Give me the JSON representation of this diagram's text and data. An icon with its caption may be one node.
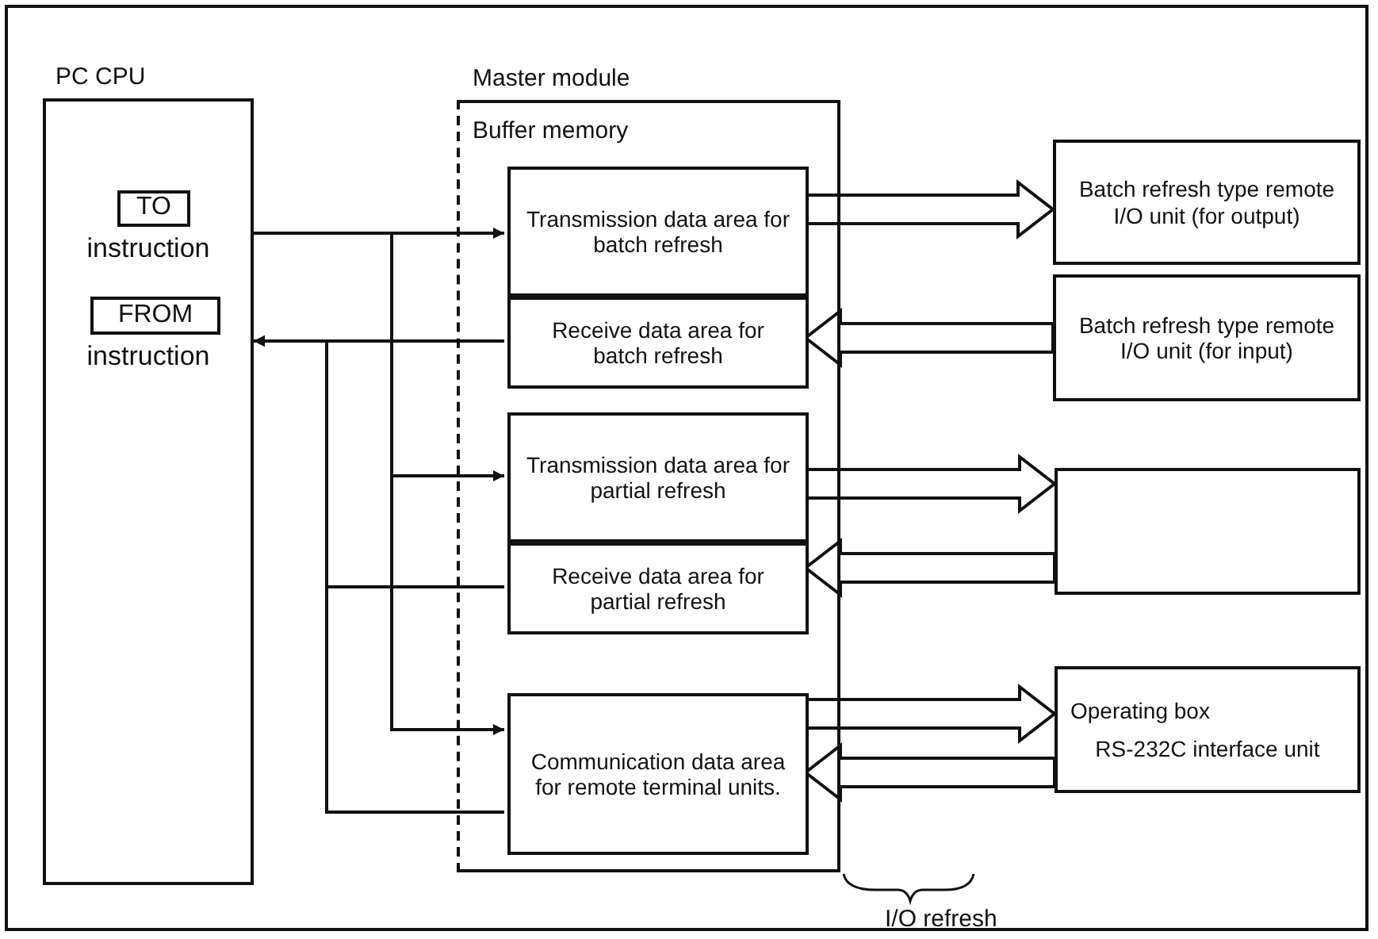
{
  "diagram": {
    "nodes": [
      {
        "text": [
          "PC CPU"
        ]
      },
      {
        "text": [
          "TO"
        ],
        "in": 0,
        "beside": [
          "instruction"
        ]
      },
      {
        "text": [
          "FROM"
        ],
        "in": 0,
        "beside": [
          "instruction"
        ]
      },
      {
        "text": [
          "Master module",
          "Buffer memory"
        ]
      },
      {
        "text": [
          "Transmission data area for batch refresh"
        ],
        "in": 3
      },
      {
        "text": [
          "Receive data area for batch refresh"
        ],
        "in": 3
      },
      {
        "text": [
          "Transmission data area for partial refresh"
        ],
        "in": 3
      },
      {
        "text": [
          "Receive data area for partial refresh"
        ],
        "in": 3
      },
      {
        "text": [
          "Communication data area for remote terminal units."
        ],
        "in": 3
      },
      {
        "text": [
          "Batch refresh type remote I/O unit (for output)"
        ]
      },
      {
        "text": [
          "Batch refresh type remote I/O unit (for input)"
        ]
      },
      {
        "text": [],
        "shape": "box"
      },
      {
        "text": [
          "Operating box",
          "RS-232C interface unit"
        ]
      }
    ],
    "edges": [
      {
        "from": 0,
        "to": 4,
        "arrow": "to"
      },
      {
        "from": 0,
        "to": 6,
        "arrow": "to"
      },
      {
        "from": 0,
        "to": 8,
        "arrow": "to"
      },
      {
        "from": 5,
        "to": 0,
        "arrow": "to"
      },
      {
        "from": 7,
        "to": 0,
        "arrow": "to"
      },
      {
        "from": 8,
        "to": 0,
        "arrow": "to"
      },
      {
        "from": 4,
        "to": 9,
        "arrow": "to",
        "style": "thick"
      },
      {
        "from": 10,
        "to": 5,
        "arrow": "to",
        "style": "thick"
      },
      {
        "from": 6,
        "to": 11,
        "arrow": "to",
        "style": "thick"
      },
      {
        "from": 11,
        "to": 7,
        "arrow": "to",
        "style": "thick"
      },
      {
        "from": 8,
        "to": 12,
        "arrow": "to",
        "style": "thick"
      },
      {
        "from": 12,
        "to": 8,
        "arrow": "to",
        "style": "thick"
      }
    ],
    "labels": [
      "I/O refresh"
    ]
  }
}
